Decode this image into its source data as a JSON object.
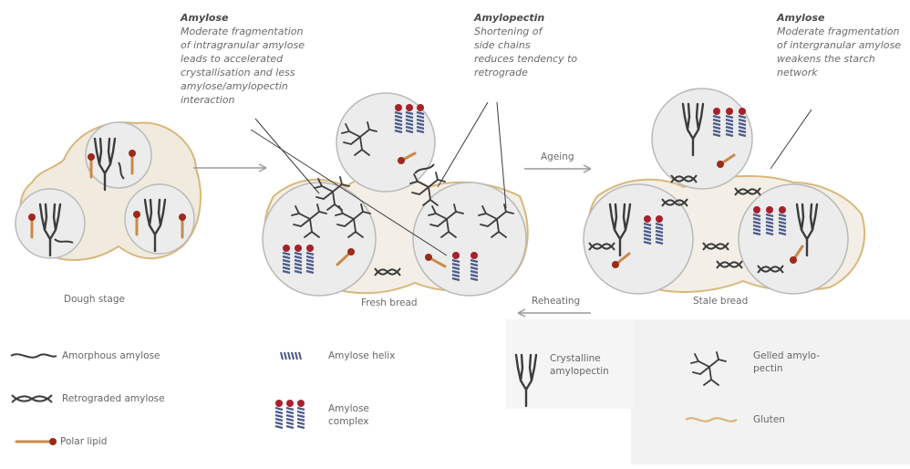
{
  "annotations": {
    "left": {
      "title": "Amylose",
      "lines": [
        "Moderate fragmentation",
        "of intragranular amylose",
        "leads to accelerated",
        "crystallisation and less",
        "amylose/amylopectin",
        "interaction"
      ]
    },
    "middle": {
      "title": "Amylopectin",
      "lines": [
        "Shortening of",
        "side chains",
        "reduces tendency to",
        "retrograde"
      ]
    },
    "right": {
      "title": "Amylose",
      "lines": [
        "Moderate fragmentation",
        "of intergranular amylose",
        "weakens the starch",
        "network"
      ]
    }
  },
  "stages": {
    "dough": "Dough stage",
    "fresh": "Fresh bread",
    "stale": "Stale bread"
  },
  "arrows": {
    "ageing": "Ageing",
    "reheating": "Reheating"
  },
  "legend": {
    "amorphous": "Amorphous amylose",
    "retrograded": "Retrograded amylose",
    "polar_lipid": "Polar lipid",
    "helix": "Amylose helix",
    "complex_line1": "Amylose",
    "complex_line2": "complex",
    "crystalline_line1": "Crystalline",
    "crystalline_line2": "amylopectin",
    "gelled_line1": "Gelled amylo-",
    "gelled_line2": "pectin",
    "gluten": "Gluten"
  },
  "colors": {
    "gluten": "#d9b77a",
    "granule_outline": "#b9b9b9",
    "chain": "#3c3c3c",
    "lipid_head": "#9c2a1c",
    "lipid_tail": "#c98a4a",
    "helix_red": "#a8202a",
    "helix_blue": "#4a5a8a",
    "arrow": "#9a9a9a",
    "panel_bg": "#f1f1f1"
  }
}
